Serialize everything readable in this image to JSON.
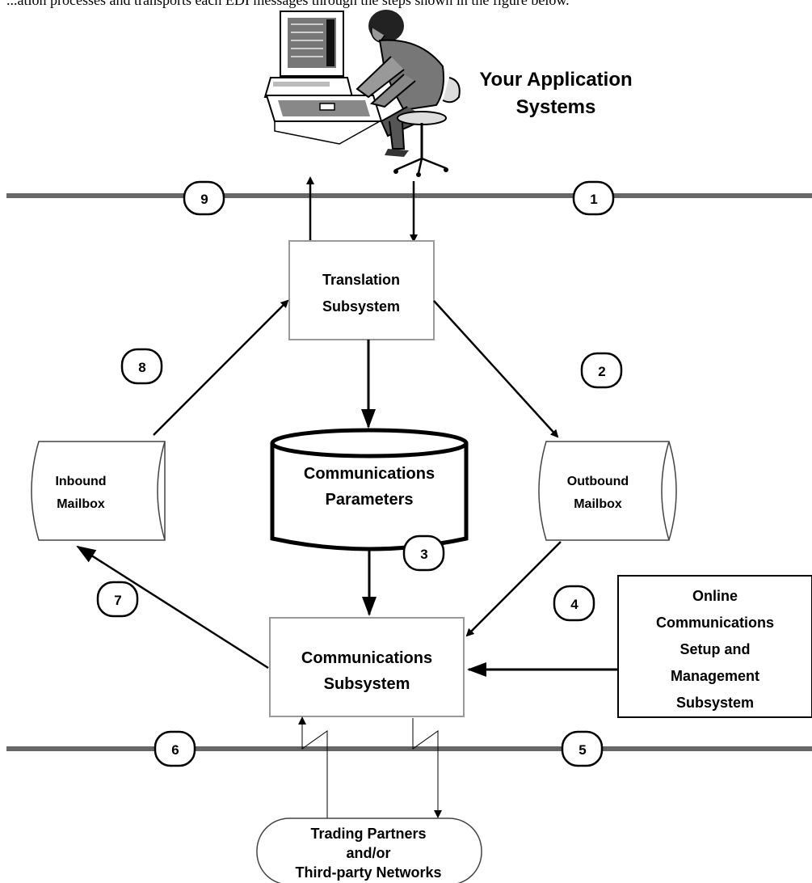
{
  "caption_fragment": "...ation processes and transports each EDI messages through the steps shown in the figure below.",
  "application": {
    "line1": "Your Application",
    "line2": "Systems",
    "illustration_icon": "person-at-computer-icon"
  },
  "translation_box": {
    "line1": "Translation",
    "line2": "Subsystem"
  },
  "parameters_db": {
    "line1": "Communications",
    "line2": "Parameters"
  },
  "inbound_mailbox": {
    "line1": "Inbound",
    "line2": "Mailbox"
  },
  "outbound_mailbox": {
    "line1": "Outbound",
    "line2": "Mailbox"
  },
  "communications_box": {
    "line1": "Communications",
    "line2": "Subsystem"
  },
  "online_box": {
    "lines": [
      "Online",
      "Communications",
      "Setup and",
      "Management",
      "Subsystem"
    ]
  },
  "partners": {
    "line1": "Trading Partners",
    "line2": "and/or",
    "line3": "Third-party Networks"
  },
  "steps": [
    "1",
    "2",
    "3",
    "4",
    "5",
    "6",
    "7",
    "8",
    "9"
  ],
  "colors": {
    "bus_line": "#666666",
    "box_border": "#999999",
    "ink": "#000000"
  }
}
